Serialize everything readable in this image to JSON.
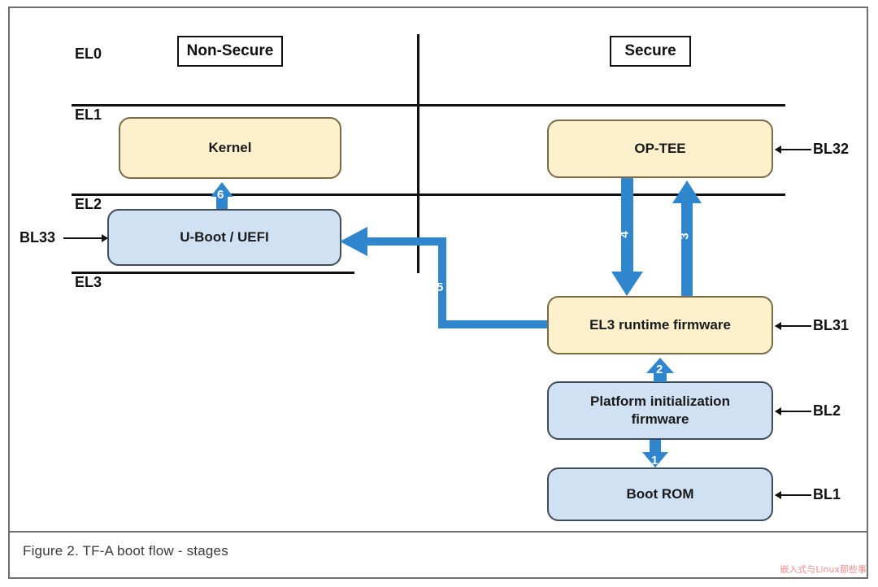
{
  "figure": {
    "caption": "Figure 2.  TF-A boot flow - stages",
    "watermark": "嵌入式与Linux那些事"
  },
  "colors": {
    "arrow_blue": "#2f86cd",
    "box_yellow": "#fdf1cd",
    "box_blue": "#cfe1f2",
    "line_black": "#111111",
    "frame_gray": "#6f6f6f",
    "watermark_red": "#f08a8a"
  },
  "worlds": [
    {
      "id": "non-secure",
      "label": "Non-Secure"
    },
    {
      "id": "secure",
      "label": "Secure"
    }
  ],
  "exception_levels": [
    {
      "id": "el0",
      "label": "EL0"
    },
    {
      "id": "el1",
      "label": "EL1"
    },
    {
      "id": "el2",
      "label": "EL2"
    },
    {
      "id": "el3",
      "label": "EL3"
    }
  ],
  "boxes": [
    {
      "id": "kernel",
      "label": "Kernel",
      "fill": "yellow",
      "world": "non-secure",
      "level": "EL1"
    },
    {
      "id": "uboot",
      "label": "U-Boot / UEFI",
      "fill": "blue",
      "world": "non-secure",
      "level": "EL2"
    },
    {
      "id": "optee",
      "label": "OP-TEE",
      "fill": "yellow",
      "world": "secure",
      "level": "EL1"
    },
    {
      "id": "el3fw",
      "label": "EL3 runtime firmware",
      "fill": "yellow",
      "world": "secure",
      "level": "EL3"
    },
    {
      "id": "platinit",
      "label": "Platform initialization firmware",
      "fill": "blue",
      "world": "secure",
      "level": "EL3"
    },
    {
      "id": "bootrom",
      "label": "Boot ROM",
      "fill": "blue",
      "world": "secure",
      "level": "EL3"
    }
  ],
  "bl_labels": [
    {
      "id": "bl33",
      "label": "BL33",
      "target": "uboot",
      "side": "left"
    },
    {
      "id": "bl32",
      "label": "BL32",
      "target": "optee",
      "side": "right"
    },
    {
      "id": "bl31",
      "label": "BL31",
      "target": "el3fw",
      "side": "right"
    },
    {
      "id": "bl2",
      "label": "BL2",
      "target": "platinit",
      "side": "right"
    },
    {
      "id": "bl1",
      "label": "BL1",
      "target": "bootrom",
      "side": "right"
    }
  ],
  "flow_steps": [
    {
      "n": "1",
      "from": "bootrom",
      "to": "platinit",
      "direction": "up"
    },
    {
      "n": "2",
      "from": "platinit",
      "to": "el3fw",
      "direction": "up"
    },
    {
      "n": "3",
      "from": "el3fw",
      "to": "optee",
      "direction": "up"
    },
    {
      "n": "4",
      "from": "optee",
      "to": "el3fw",
      "direction": "down"
    },
    {
      "n": "5",
      "from": "el3fw",
      "to": "uboot",
      "direction": "left"
    },
    {
      "n": "6",
      "from": "uboot",
      "to": "kernel",
      "direction": "up"
    }
  ]
}
